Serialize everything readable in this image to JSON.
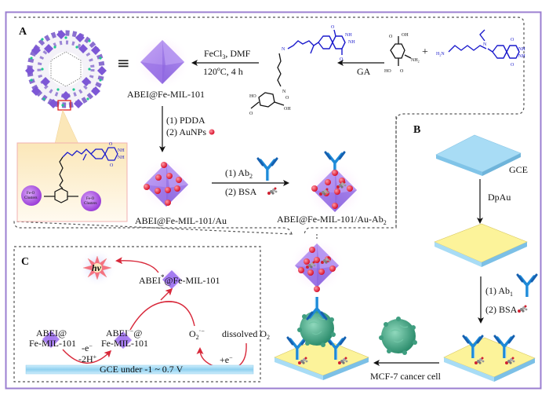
{
  "colors": {
    "outer_border": "#9b7fd0",
    "outer_border_right": "#a070b8",
    "mof_purple": "#a07ae8",
    "au_red": "#e8283c",
    "antibody_blue": "#1e8ad8",
    "gce_blue": "#a8dcf5",
    "gold_yellow": "#fcf39a",
    "cell_green": "#4caf8c",
    "arrow_red": "#d8283a",
    "chem_blue": "#1a1acc",
    "callout_fill": "#fdf1d0"
  },
  "panel_a": {
    "label": "A",
    "equiv_symbol": "≡",
    "step1": {
      "top": "FeCl",
      "top_sub": "3",
      "top_rest": ", DMF",
      "bottom": "120ºC, 4 h"
    },
    "step0": {
      "label": "GA"
    },
    "plus": "+",
    "product1": "ABEI@Fe-MIL-101",
    "step2": {
      "line1": "(1) PDDA",
      "line2": "(2) AuNPs"
    },
    "product2": "ABEI@Fe-MIL-101/Au",
    "step3": {
      "line1": "(1) Ab",
      "line1_sub": "2",
      "line2": "(2) BSA"
    },
    "product3": "ABEI@Fe-MIL-101/Au-Ab",
    "product3_sub": "2",
    "chem_labels": {
      "nh": "NH",
      "o": "O",
      "n": "N",
      "ho": "HO",
      "oh": "OH",
      "nh2": "NH",
      "nh2_sub": "2",
      "h2n": "H",
      "h2n_sub": "2",
      "h2n_rest": "N",
      "fe_o": "Fe-O",
      "clusters": "Clusters"
    }
  },
  "panel_b": {
    "label": "B",
    "electrode": "GCE",
    "step1": "DpAu",
    "step2": {
      "line1": "(1) Ab",
      "line1_sub": "1",
      "line2": "(2) BSA"
    },
    "step3": "MCF-7 cancer cell"
  },
  "panel_c": {
    "label": "C",
    "emission": "hv",
    "excited": {
      "main": "ABEI",
      "sup": "*",
      "rest": "@Fe-MIL-101"
    },
    "ground": {
      "line1": "ABEI@",
      "line2": "Fe-MIL-101"
    },
    "radical": {
      "line1_main": "ABEI",
      "line1_sup": "·−",
      "line1_rest": "@",
      "line2": "Fe-MIL-101"
    },
    "oxidation": {
      "line1": "-e",
      "line1_sup": "−",
      "line2": "-2H",
      "line2_sup": "+"
    },
    "superoxide": {
      "main": "O",
      "sub": "2",
      "sup": "·−"
    },
    "dissolved": {
      "main": "dissolved O",
      "sub": "2"
    },
    "reduction": {
      "main": "+e",
      "sup": "−"
    },
    "electrode_bar": "GCE under -1 ~ 0.7 V"
  }
}
